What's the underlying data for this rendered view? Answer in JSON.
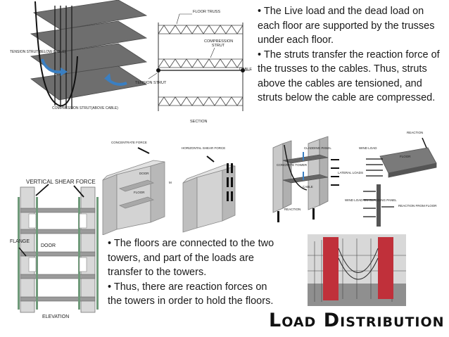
{
  "slide": {
    "title": "Load Distribution",
    "bullets_top": [
      "• The Live load and the dead load on each floor are supported by the trusses under each floor.",
      "• The struts transfer the reaction force of the trusses to the cables. Thus, struts above the cables are tensioned, and struts below the cable are compressed."
    ],
    "bullets_bottom": [
      "• The floors are connected to the two towers, and part of the loads are transfer to the towers.",
      "• Thus, there are reaction forces on the towers in order to hold the floors."
    ]
  },
  "diagram_floors": {
    "tension_label": "TENSION STRUT(BELOW CABLE)",
    "compression_label": "COMPRESSION STRUT(ABOVE CABLE)"
  },
  "diagram_section": {
    "floor_truss": "FLOOR TRUSS",
    "compression_strut": "COMPRESSION STRUT",
    "cable": "CABLE",
    "tension_strut": "TENSION STRUT",
    "section": "SECTION"
  },
  "diagram_elevation": {
    "vertical_shear_force": "VERTICAL SHEAR FORCE",
    "flange": "FLANGE",
    "door": "DOOR",
    "elevation": "ELEVATION"
  },
  "diagram_tower_3d": {
    "concentrate_force": "CONCENTRATE FORCE",
    "horizontal_shear_force": "HORIZONTAL SHEAR FORCE",
    "door": "DOOR",
    "floor": "FLOOR",
    "m": "M"
  },
  "diagram_reactions": {
    "cladding_panel": "CLADDING PANEL",
    "concrete_tower": "CONCRETE TOWER",
    "cable": "CABLE",
    "reaction": "REACTION",
    "lateral_loads": "LATERAL LOADS",
    "reaction_top": "REACTION",
    "wind_load": "WIND LOAD",
    "floor": "FLOOR",
    "wind_load_on_cladding": "WIND LOAD ON CLADDING PANEL",
    "reaction_from_floor": "REACTION FROM FLOOR"
  },
  "colors": {
    "floor_slab": "#6e6e6e",
    "tower_red": "#c0303a",
    "wall_gray": "#c9c9c9",
    "arrow_blue": "#3a7fc2",
    "arrow_green": "#6f9a7a"
  }
}
